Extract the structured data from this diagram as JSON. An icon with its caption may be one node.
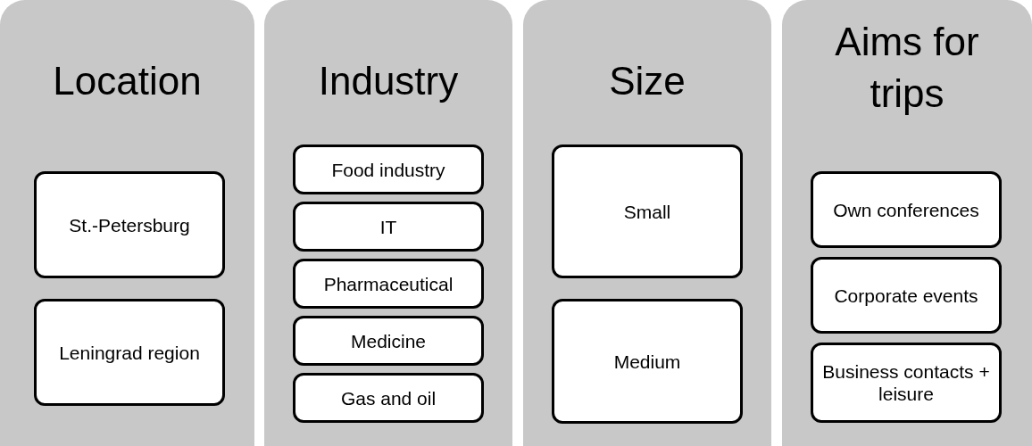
{
  "diagram": {
    "nodes": [
      {
        "text": [
          "Location"
        ]
      },
      {
        "text": [
          "St.-Petersburg"
        ],
        "in": 0
      },
      {
        "text": [
          "Leningrad region"
        ],
        "in": 0
      },
      {
        "text": [
          "Industry"
        ]
      },
      {
        "text": [
          "Food industry"
        ],
        "in": 3
      },
      {
        "text": [
          "IT"
        ],
        "in": 3
      },
      {
        "text": [
          "Pharmaceutical"
        ],
        "in": 3
      },
      {
        "text": [
          "Medicine"
        ],
        "in": 3
      },
      {
        "text": [
          "Gas and oil"
        ],
        "in": 3
      },
      {
        "text": [
          "Size"
        ]
      },
      {
        "text": [
          "Small"
        ],
        "in": 9
      },
      {
        "text": [
          "Medium"
        ],
        "in": 9
      },
      {
        "text": [
          "Aims for trips"
        ]
      },
      {
        "text": [
          "Own conferences"
        ],
        "in": 12
      },
      {
        "text": [
          "Corporate events"
        ],
        "in": 12
      },
      {
        "text": [
          "Business contacts + leisure"
        ],
        "in": 12
      }
    ],
    "edges": []
  }
}
